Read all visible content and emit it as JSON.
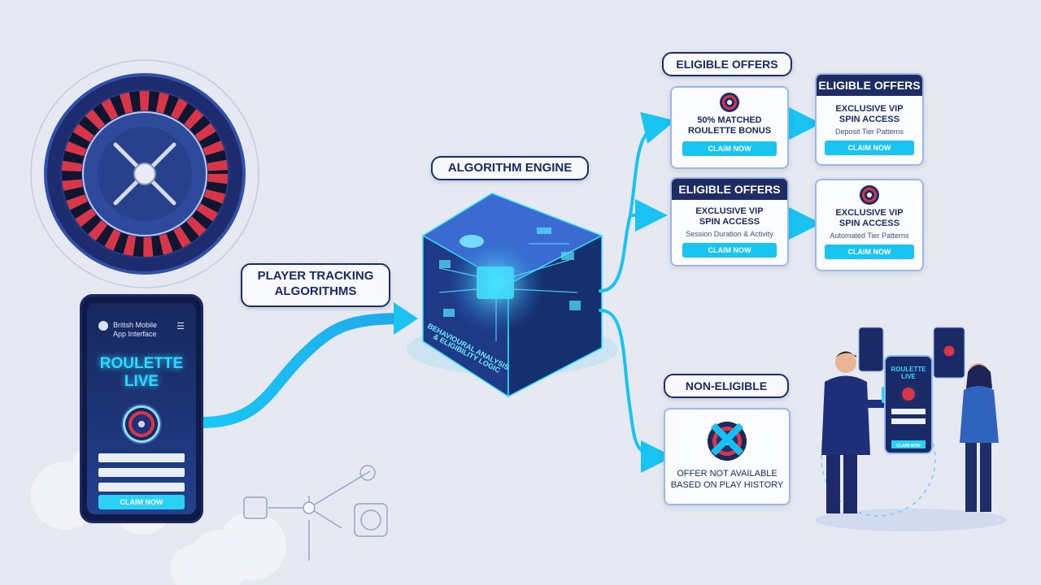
{
  "diagram": {
    "algorithm_engine": "ALGORITHM ENGINE",
    "player_tracking": [
      "PLAYER TRACKING",
      "ALGORITHMS"
    ],
    "cube_text": [
      "BEHAVIOURAL ANALYSIS",
      "& ELIGIBILITY LOGIC"
    ],
    "phone": {
      "app_label": [
        "British Mobile",
        "App Interface"
      ],
      "title": [
        "ROULETTE",
        "LIVE"
      ],
      "claim": "CLAIM NOW"
    },
    "offers": [
      {
        "header": "ELIGIBLE OFFERS",
        "title": [
          "50% MATCHED",
          "ROULETTE BONUS"
        ],
        "sub": "",
        "claim": "CLAIM NOW"
      },
      {
        "header": "ELIGIBLE OFFERS",
        "title": [
          "EXCLUSIVE VIP",
          "SPIN ACCESS"
        ],
        "sub": "Deposit Tier Patterns",
        "claim": "CLAIM NOW"
      },
      {
        "header": "ELIGIBLE OFFERS",
        "title": [
          "EXCLUSIVE VIP",
          "SPIN ACCESS"
        ],
        "sub": "Session Duration & Activity",
        "claim": "CLAIM NOW"
      },
      {
        "header": "",
        "title": [
          "EXCLUSIVE VIP",
          "SPIN ACCESS"
        ],
        "sub": "Automated Tier Patterns",
        "claim": "CLAIM NOW"
      }
    ],
    "non_eligible": {
      "header": "NON-ELIGIBLE",
      "message": [
        "OFFER NOT AVAILABLE",
        "BASED ON PLAY HISTORY"
      ]
    },
    "mini_phone": [
      "ROULETTE",
      "LIVE"
    ],
    "mini_claim": "CLAIM NOW"
  },
  "colors": {
    "navy": "#1e2c64",
    "accent": "#18c4f0",
    "red": "#d83548",
    "background": "#e6e9f1"
  }
}
